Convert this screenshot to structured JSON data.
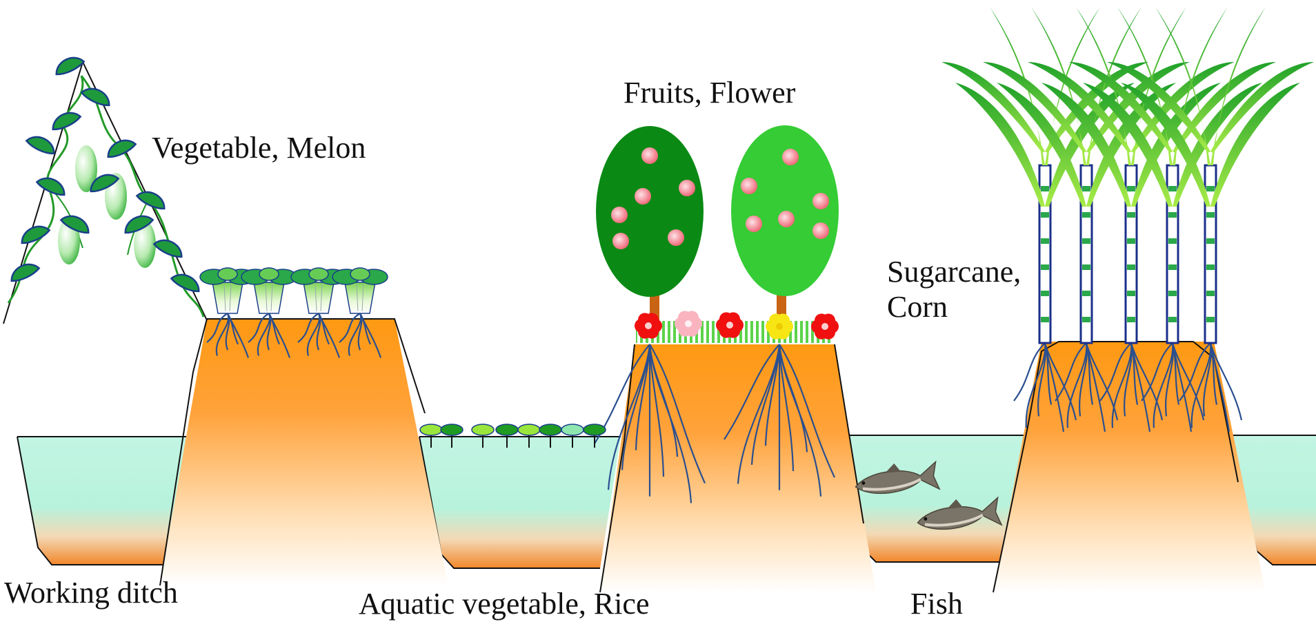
{
  "labels": {
    "vegetable_melon": "Vegetable, Melon",
    "fruits_flower": "Fruits, Flower",
    "sugarcane_corn_line1": "Sugarcane,",
    "sugarcane_corn_line2": "Corn",
    "working_ditch": "Working ditch",
    "aquatic_vegetable_rice": "Aquatic vegetable, Rice",
    "fish": "Fish"
  },
  "colors": {
    "soil_top": "#ff9912",
    "soil_bottom": "#ffffff",
    "water_top": "#bff7e2",
    "water_bottom": "#f28a2e",
    "root": "#2a4f8f",
    "leaf_dark": "#1f9a22",
    "leaf_light": "#9be63c",
    "tree_dark": "#0a8a14",
    "tree_light": "#35cc35",
    "fruit": "#f4848c",
    "flower_red": "#f01010",
    "flower_pink": "#f9b4c0",
    "flower_yellow": "#f7e614",
    "trunk": "#c96414",
    "cane_stalk": "#1a2f8a",
    "fish": "#7a7468"
  },
  "icons": [
    "vine-icon",
    "melon-icon",
    "cabbage-icon",
    "tree-icon",
    "flower-icon",
    "sugarcane-icon",
    "fish-icon",
    "lotus-pad-icon"
  ]
}
